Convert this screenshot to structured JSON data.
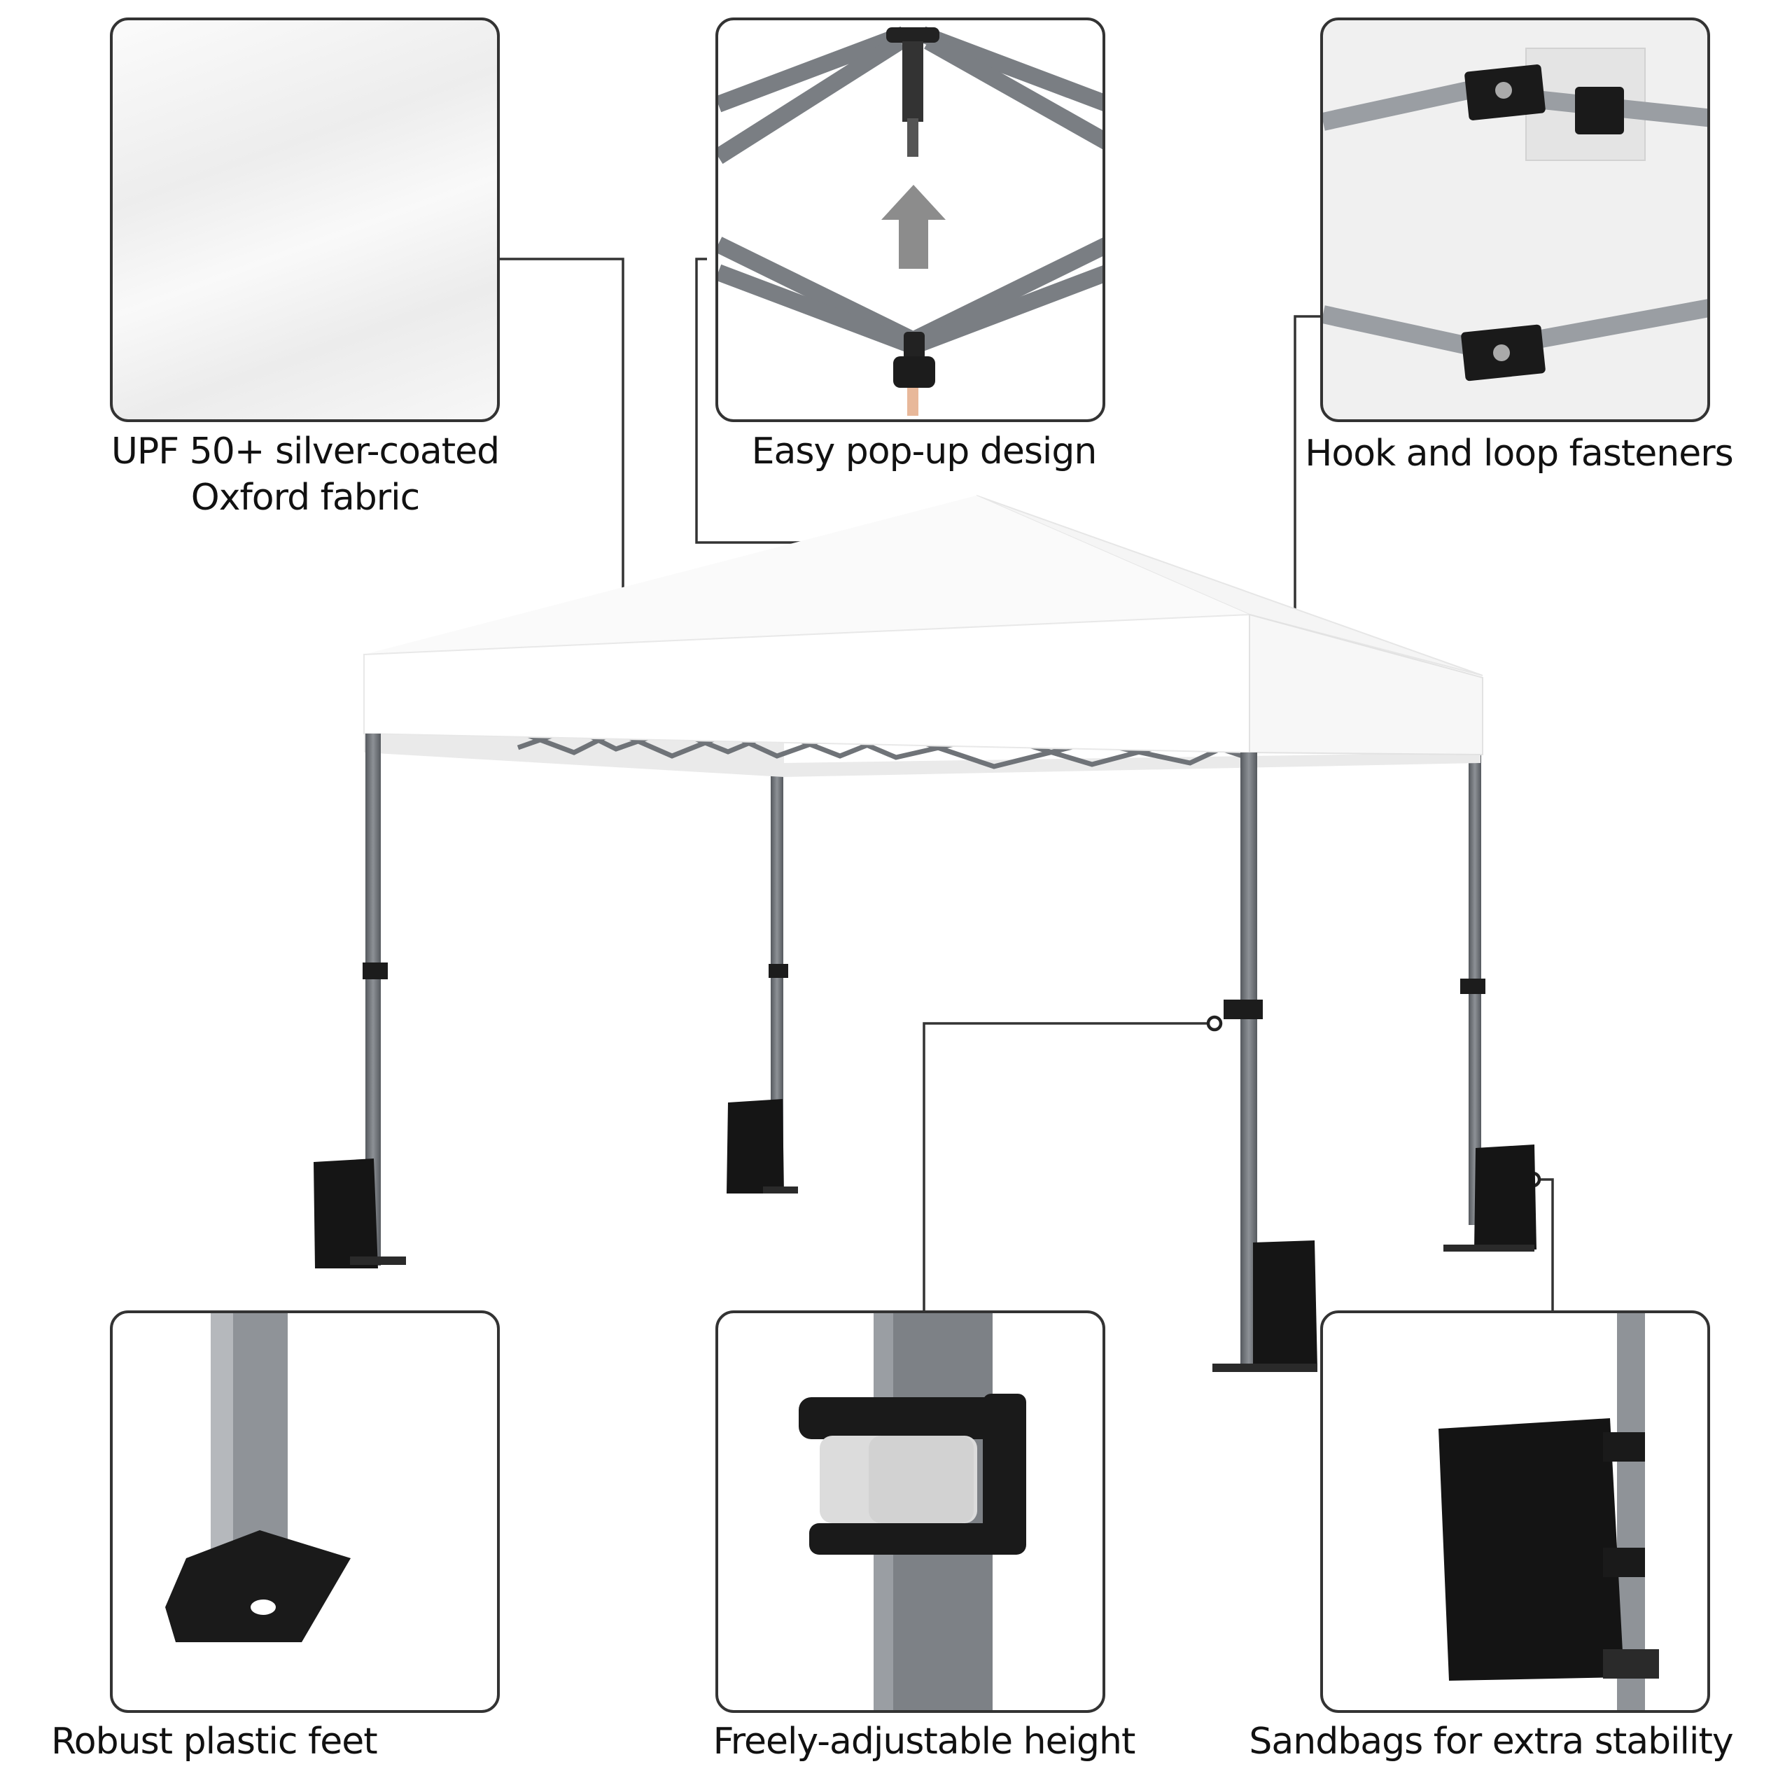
{
  "features": [
    {
      "id": "fabric",
      "label_line1": "UPF 50+ silver-coated",
      "label_line2": "Oxford fabric"
    },
    {
      "id": "popup",
      "label": "Easy pop-up design"
    },
    {
      "id": "fasteners",
      "label": "Hook and loop fasteners"
    },
    {
      "id": "feet",
      "label": "Robust plastic feet"
    },
    {
      "id": "height",
      "label": "Freely-adjustable height"
    },
    {
      "id": "sandbags",
      "label": "Sandbags for extra stability"
    }
  ],
  "colors": {
    "frame": "#6f7378",
    "frame_light": "#9a9ea3",
    "canopy": "#ffffff",
    "canopy_shadow": "#eeeeee",
    "plastic": "#1c1c1c",
    "callout_line": "#333333",
    "arrow": "#8c8c8c"
  }
}
